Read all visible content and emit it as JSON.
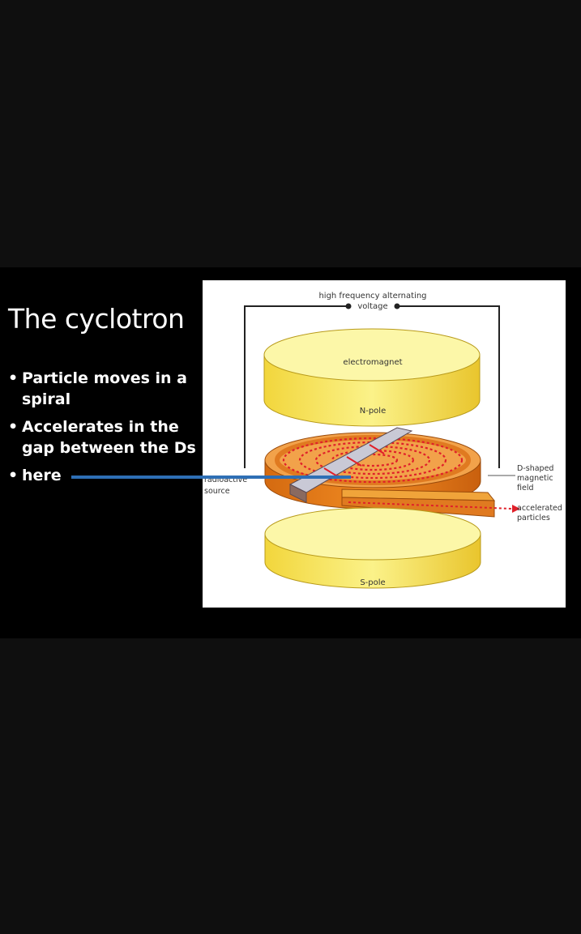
{
  "slide": {
    "title": "The cyclotron",
    "bullets": [
      "Particle moves in a spiral",
      "Accelerates in the gap between the Ds",
      "here"
    ]
  },
  "diagram": {
    "top_label_line1": "high frequency alternating",
    "top_label_line2": "voltage",
    "electromagnet": "electromagnet",
    "n_pole": "N-pole",
    "s_pole": "S-pole",
    "radioactive_line1": "radioactive",
    "radioactive_line2": "source",
    "d_shaped_line1": "D-shaped",
    "d_shaped_line2": "magnetic",
    "d_shaped_line3": "field",
    "accelerated_line1": "accelerated",
    "accelerated_line2": "particles"
  },
  "colors": {
    "background": "#0f0f0f",
    "slide_background": "#000000",
    "pointer": "#2e6fb5",
    "magnet_fill": "#f7f07a",
    "d_fill": "#e8801f",
    "spiral": "#e0202a"
  }
}
